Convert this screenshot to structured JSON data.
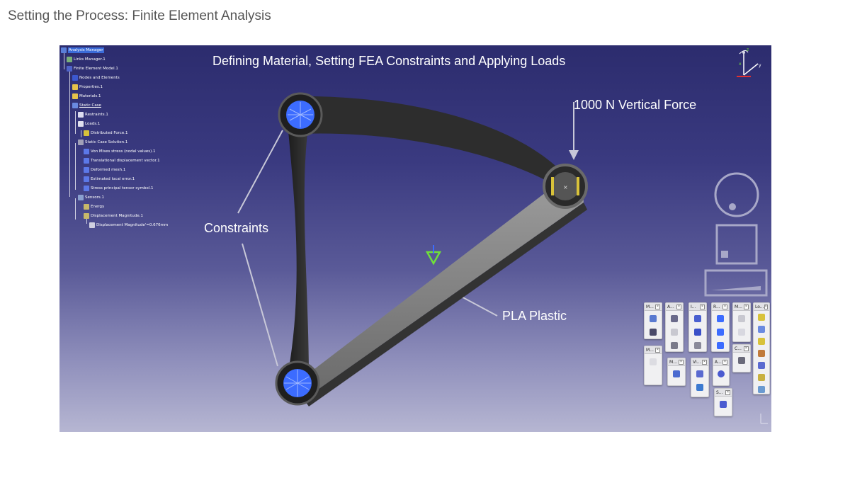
{
  "page": {
    "title": "Setting the Process: Finite Element Analysis"
  },
  "viewport": {
    "title": "Defining Material, Setting FEA Constraints and Applying Loads",
    "annotations": {
      "force": "1000 N Vertical Force",
      "constraints": "Constraints",
      "material": "PLA Plastic"
    }
  },
  "spec_tree": {
    "items": [
      {
        "label": "Analysis Manager",
        "icon": "analysis-manager-icon",
        "selected": true
      },
      {
        "label": "Links Manager.1",
        "icon": "links-manager-icon"
      },
      {
        "label": "Finite Element Model.1",
        "icon": "fem-model-icon"
      },
      {
        "label": "Nodes and Elements",
        "icon": "nodes-elements-icon"
      },
      {
        "label": "Properties.1",
        "icon": "folder-icon"
      },
      {
        "label": "Materials.1",
        "icon": "folder-icon"
      },
      {
        "label": "Static Case",
        "icon": "static-case-icon",
        "underlined": true
      },
      {
        "label": "Restraints.1",
        "icon": "restraints-icon"
      },
      {
        "label": "Loads.1",
        "icon": "loads-icon"
      },
      {
        "label": "Distributed Force.1",
        "icon": "distributed-force-icon"
      },
      {
        "label": "Static Case Solution.1",
        "icon": "solution-icon"
      },
      {
        "label": "Von Mises stress (nodal values).1",
        "icon": "image-icon"
      },
      {
        "label": "Translational displacement vector.1",
        "icon": "image-icon"
      },
      {
        "label": "Deformed mesh.1",
        "icon": "image-icon"
      },
      {
        "label": "Estimated local error.1",
        "icon": "image-icon"
      },
      {
        "label": "Stress principal tensor symbol.1",
        "icon": "image-icon"
      },
      {
        "label": "Sensors.1",
        "icon": "sensors-icon"
      },
      {
        "label": "Energy",
        "icon": "sensor-icon"
      },
      {
        "label": "Displacement Magnitude.1",
        "icon": "sensor-icon"
      },
      {
        "label": "Displacement Magnitude'=0.676mm",
        "icon": "result-icon"
      }
    ]
  },
  "toolbars": [
    {
      "title": "M...",
      "icons": [
        "arrows-icon",
        "grid-icon"
      ]
    },
    {
      "title": "A...",
      "icons": [
        "analysis-icon",
        "mesh-icon",
        "report-icon"
      ]
    },
    {
      "title": "I...",
      "icons": [
        "image-edit-icon",
        "deform-icon",
        "cut-plane-icon"
      ]
    },
    {
      "title": "R...",
      "icons": [
        "restraint-icon",
        "pin-icon",
        "support-icon"
      ]
    },
    {
      "title": "M...",
      "icons": [
        "material-icon",
        "material-disabled-icon"
      ]
    },
    {
      "title": "Lo...",
      "icons": [
        "load-icon",
        "pressure-icon",
        "force-icon",
        "moment-icon",
        "bearing-icon",
        "density-icon",
        "gravity-icon"
      ]
    },
    {
      "title": "M...",
      "icons": [
        "mesh-disabled-icon"
      ]
    },
    {
      "title": "M...",
      "icons": [
        "mesh-edit-icon"
      ]
    },
    {
      "title": "Vi...",
      "icons": [
        "view-icon",
        "render-icon"
      ]
    },
    {
      "title": "A...",
      "icons": [
        "zoom-icon"
      ]
    },
    {
      "title": "C...",
      "icons": [
        "calculator-icon"
      ]
    },
    {
      "title": "S...",
      "icons": [
        "sensor-tool-icon"
      ]
    }
  ],
  "compass": {
    "axes": [
      "z",
      "x",
      "y"
    ]
  },
  "colors": {
    "viewport_top": "#2c2c6e",
    "viewport_bottom": "#b6b6d2",
    "part_dark": "#2a2a2a",
    "part_light": "#8c8c8c",
    "restraint_blue": "#3c6cff",
    "load_yellow": "#d8c23a",
    "origin_green": "#6fe03a"
  }
}
